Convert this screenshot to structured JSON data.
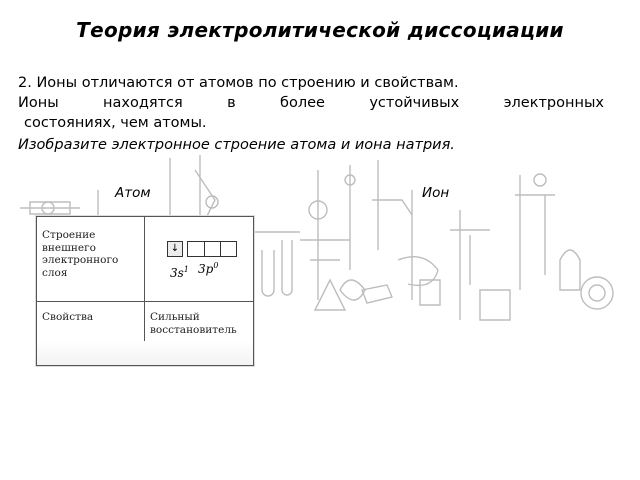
{
  "title": "Теория электролитической диссоциации",
  "paragraphs": {
    "line1": "2. Ионы отличаются от атомов по строению и свойствам.",
    "line2": "Ионы находятся в более устойчивых электронных",
    "line3": "состояниях, чем атомы.",
    "task": "Изобразите электронное строение атома и иона натрия."
  },
  "columns": {
    "atom": "Атом",
    "ion": "Ион"
  },
  "table": {
    "row1_label": "Строение внешнего электронного слоя",
    "row2_label": "Свойства",
    "row2_value": "Сильный восстановитель",
    "s_orbital_arrow": "↓",
    "s_label": "3s",
    "s_sup": "1",
    "p_label": "3p",
    "p_sup": "0"
  },
  "colors": {
    "text": "#000000",
    "border": "#555555",
    "background_art": "#bdbdbd"
  }
}
